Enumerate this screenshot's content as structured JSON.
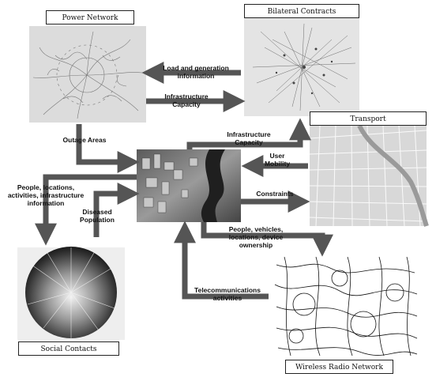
{
  "nodes": {
    "power_network": "Power Network",
    "bilateral_contracts": "Bilateral Contracts",
    "transport": "Transport",
    "social_contacts": "Social Contacts",
    "wireless_radio_network": "Wireless Radio Network"
  },
  "edges": {
    "load_generation": "Load and generation\ninformation",
    "infrastructure_capacity_1": "Infrastructure\nCapacity",
    "infrastructure_capacity_2": "Infrastructure\nCapacity",
    "outage_areas": "Outage Areas",
    "user_mobility": "User\nMobility",
    "constraints": "Constraints",
    "people_locations": "People, locations,\nactivities, infrastructure\ninformation",
    "diseased_population": "Diseased\nPopulation",
    "people_vehicles": "People, vehicles,\nlocations, device\nownership",
    "telecom_activities": "Telecommunications\nactivities"
  },
  "colors": {
    "arrow": "#555555",
    "text": "#111111",
    "panel_bg": "#e6e6e6"
  }
}
